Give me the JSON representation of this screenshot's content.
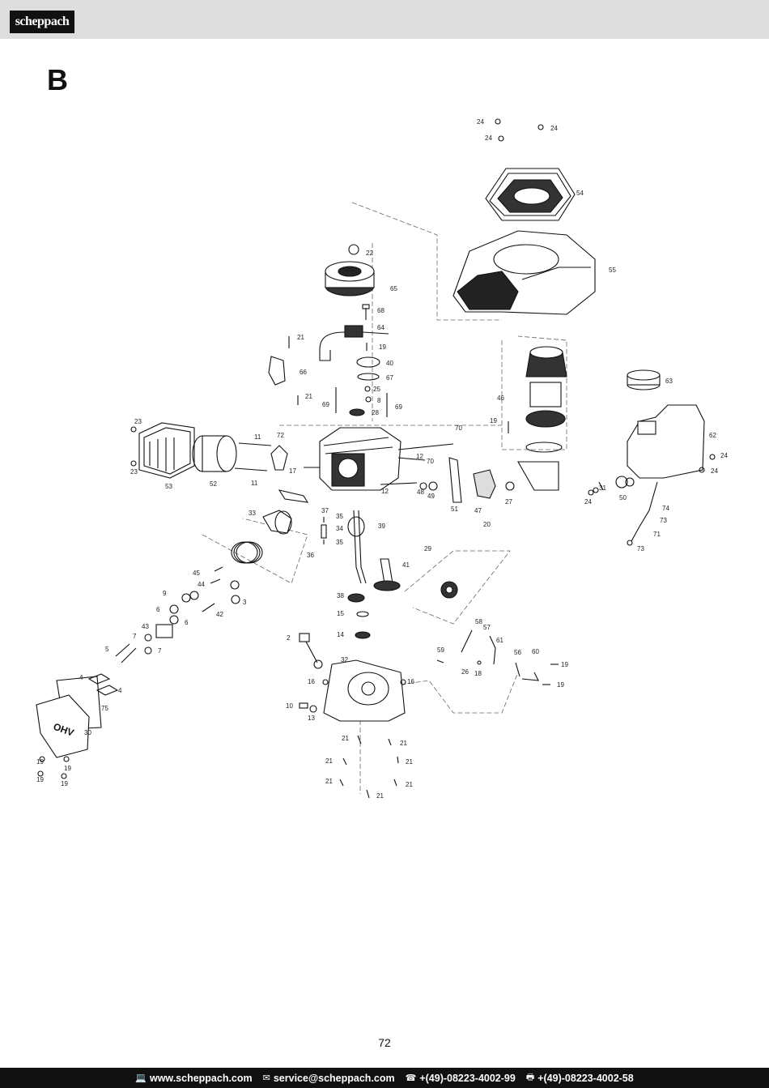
{
  "header": {
    "brand": "scheppach"
  },
  "section_letter": "B",
  "page_number": "72",
  "footer": {
    "website": "www.scheppach.com",
    "email": "service@scheppach.com",
    "phone": "+(49)-08223-4002-99",
    "fax": "+(49)-08223-4002-58",
    "icons": [
      "computer-icon",
      "mail-icon",
      "phone-icon",
      "fax-icon"
    ]
  },
  "diagram": {
    "part_labels": [
      "24",
      "24",
      "24",
      "54",
      "55",
      "22",
      "65",
      "68",
      "64",
      "21",
      "19",
      "40",
      "66",
      "67",
      "25",
      "8",
      "21",
      "69",
      "28",
      "69",
      "46",
      "19",
      "63",
      "23",
      "72",
      "11",
      "70",
      "62",
      "12",
      "70",
      "24",
      "23",
      "17",
      "12",
      "48",
      "49",
      "51",
      "47",
      "27",
      "31",
      "50",
      "24",
      "24",
      "53",
      "52",
      "11",
      "37",
      "35",
      "33",
      "34",
      "39",
      "20",
      "74",
      "73",
      "71",
      "73",
      "35",
      "29",
      "36",
      "45",
      "44",
      "9",
      "6",
      "6",
      "3",
      "41",
      "42",
      "38",
      "15",
      "14",
      "43",
      "7",
      "7",
      "58",
      "57",
      "2",
      "61",
      "59",
      "56",
      "60",
      "5",
      "32",
      "19",
      "16",
      "16",
      "26",
      "18",
      "19",
      "4",
      "4",
      "75",
      "10",
      "13",
      "30",
      "21",
      "21",
      "21",
      "21",
      "21",
      "21",
      "21",
      "19",
      "19",
      "19",
      "19"
    ]
  }
}
